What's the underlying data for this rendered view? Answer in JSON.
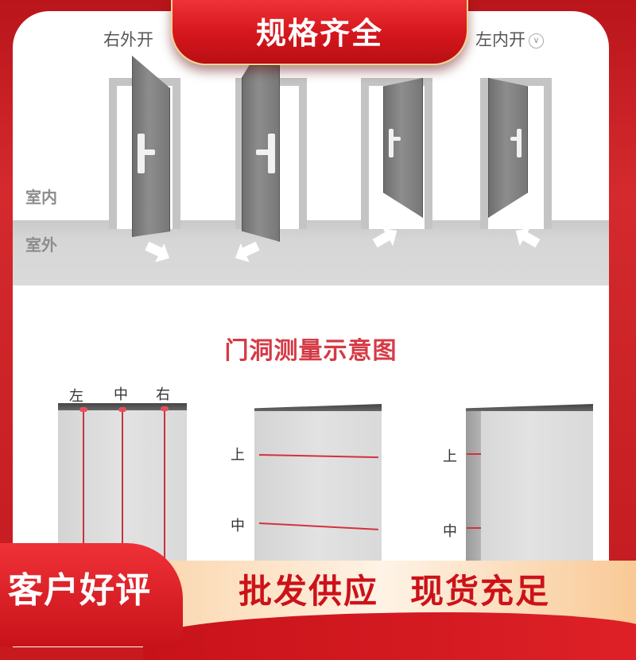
{
  "header": {
    "ribbon_title": "规格齐全",
    "left_label": "右外开",
    "right_label": "左内开",
    "right_label_icon": "chevron-down-circle-icon"
  },
  "door_diagram": {
    "indoor_label": "室内",
    "outdoor_label": "室外",
    "doors": [
      {
        "id": "door-1",
        "opening": "outward",
        "arrow": "down-right"
      },
      {
        "id": "door-2",
        "opening": "outward",
        "arrow": "down-left"
      },
      {
        "id": "door-3",
        "opening": "inward",
        "arrow": "up-right"
      },
      {
        "id": "door-4",
        "opening": "inward",
        "arrow": "up-left"
      }
    ]
  },
  "measurement": {
    "title": "门洞测量示意图",
    "panel_1": {
      "labels": [
        "左",
        "中",
        "右"
      ]
    },
    "panel_2": {
      "labels": [
        "上",
        "中"
      ]
    },
    "panel_3": {
      "labels": [
        "上",
        "中"
      ]
    }
  },
  "footer": {
    "badge": "客户好评",
    "slogan_1": "批发供应",
    "slogan_2": "现货充足"
  },
  "colors": {
    "brand_red": "#c8191e",
    "title_red": "#d53a45",
    "gold_trim": "#f3d58a",
    "footer_peach": "#f7c68d"
  }
}
